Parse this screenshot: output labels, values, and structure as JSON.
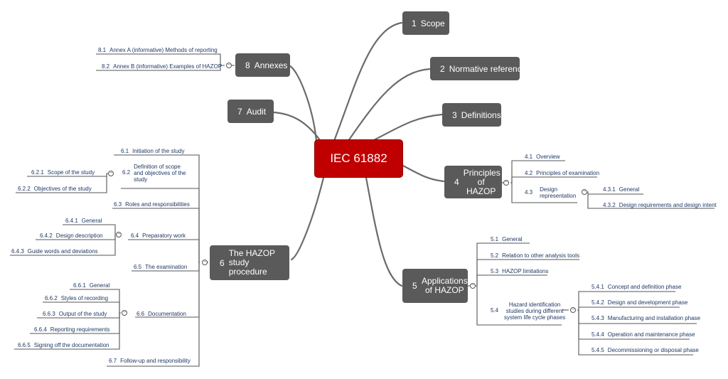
{
  "root": "IEC 61882",
  "sections": {
    "s1": {
      "num": "1",
      "label": "Scope"
    },
    "s2": {
      "num": "2",
      "label": "Normative references"
    },
    "s3": {
      "num": "3",
      "label": "Definitions"
    },
    "s4": {
      "num": "4",
      "label": "Principles of HAZOP"
    },
    "s5": {
      "num": "5",
      "label": "Applications of HAZOP"
    },
    "s6": {
      "num": "6",
      "label": "The HAZOP study procedure"
    },
    "s7": {
      "num": "7",
      "label": "Audit"
    },
    "s8": {
      "num": "8",
      "label": "Annexes"
    }
  },
  "s8": [
    {
      "n": "8.1",
      "t": "Annex A (informative) Methods of reporting"
    },
    {
      "n": "8.2",
      "t": "Annex B (informative) Examples of HAZOP"
    }
  ],
  "s4": [
    {
      "n": "4.1",
      "t": "Overview"
    },
    {
      "n": "4.2",
      "t": "Principles of examination"
    },
    {
      "n": "4.3",
      "t": "Design representation"
    }
  ],
  "s43": [
    {
      "n": "4.3.1",
      "t": "General"
    },
    {
      "n": "4.3.2",
      "t": "Design requirements and design intent"
    }
  ],
  "s5": [
    {
      "n": "5.1",
      "t": "General"
    },
    {
      "n": "5.2",
      "t": "Relation to other analysis tools"
    },
    {
      "n": "5.3",
      "t": "HAZOP limitations"
    },
    {
      "n": "5.4",
      "t": "Hazard identification studies during different system life cycle phases"
    }
  ],
  "s54": [
    {
      "n": "5.4.1",
      "t": "Concept and definition phase"
    },
    {
      "n": "5.4.2",
      "t": "Design and development phase"
    },
    {
      "n": "5.4.3",
      "t": "Manufacturing and installation phase"
    },
    {
      "n": "5.4.4",
      "t": "Operation and maintenance phase"
    },
    {
      "n": "5.4.5",
      "t": "Decommissioning or disposal phase"
    }
  ],
  "s6": [
    {
      "n": "6.1",
      "t": "Initiation of the study"
    },
    {
      "n": "6.2",
      "t": "Definition of scope and objectives of the study"
    },
    {
      "n": "6.3",
      "t": "Roles and responsibilities"
    },
    {
      "n": "6.4",
      "t": "Preparatory work"
    },
    {
      "n": "6.5",
      "t": "The examination"
    },
    {
      "n": "6.6",
      "t": "Documentation"
    },
    {
      "n": "6.7",
      "t": "Follow-up and responsibility"
    }
  ],
  "s62": [
    {
      "n": "6.2.1",
      "t": "Scope of the study"
    },
    {
      "n": "6.2.2",
      "t": "Objectives of the study"
    }
  ],
  "s64": [
    {
      "n": "6.4.1",
      "t": "General"
    },
    {
      "n": "6.4.2",
      "t": "Design description"
    },
    {
      "n": "6.4.3",
      "t": "Guide words and deviations"
    }
  ],
  "s66": [
    {
      "n": "6.6.1",
      "t": "General"
    },
    {
      "n": "6.6.2",
      "t": "Styles of recording"
    },
    {
      "n": "6.6.3",
      "t": "Output of the study"
    },
    {
      "n": "6.6.4",
      "t": "Reporting requirements"
    },
    {
      "n": "6.6.5",
      "t": "Signing off the documentation"
    }
  ],
  "collapse_glyph": "−"
}
